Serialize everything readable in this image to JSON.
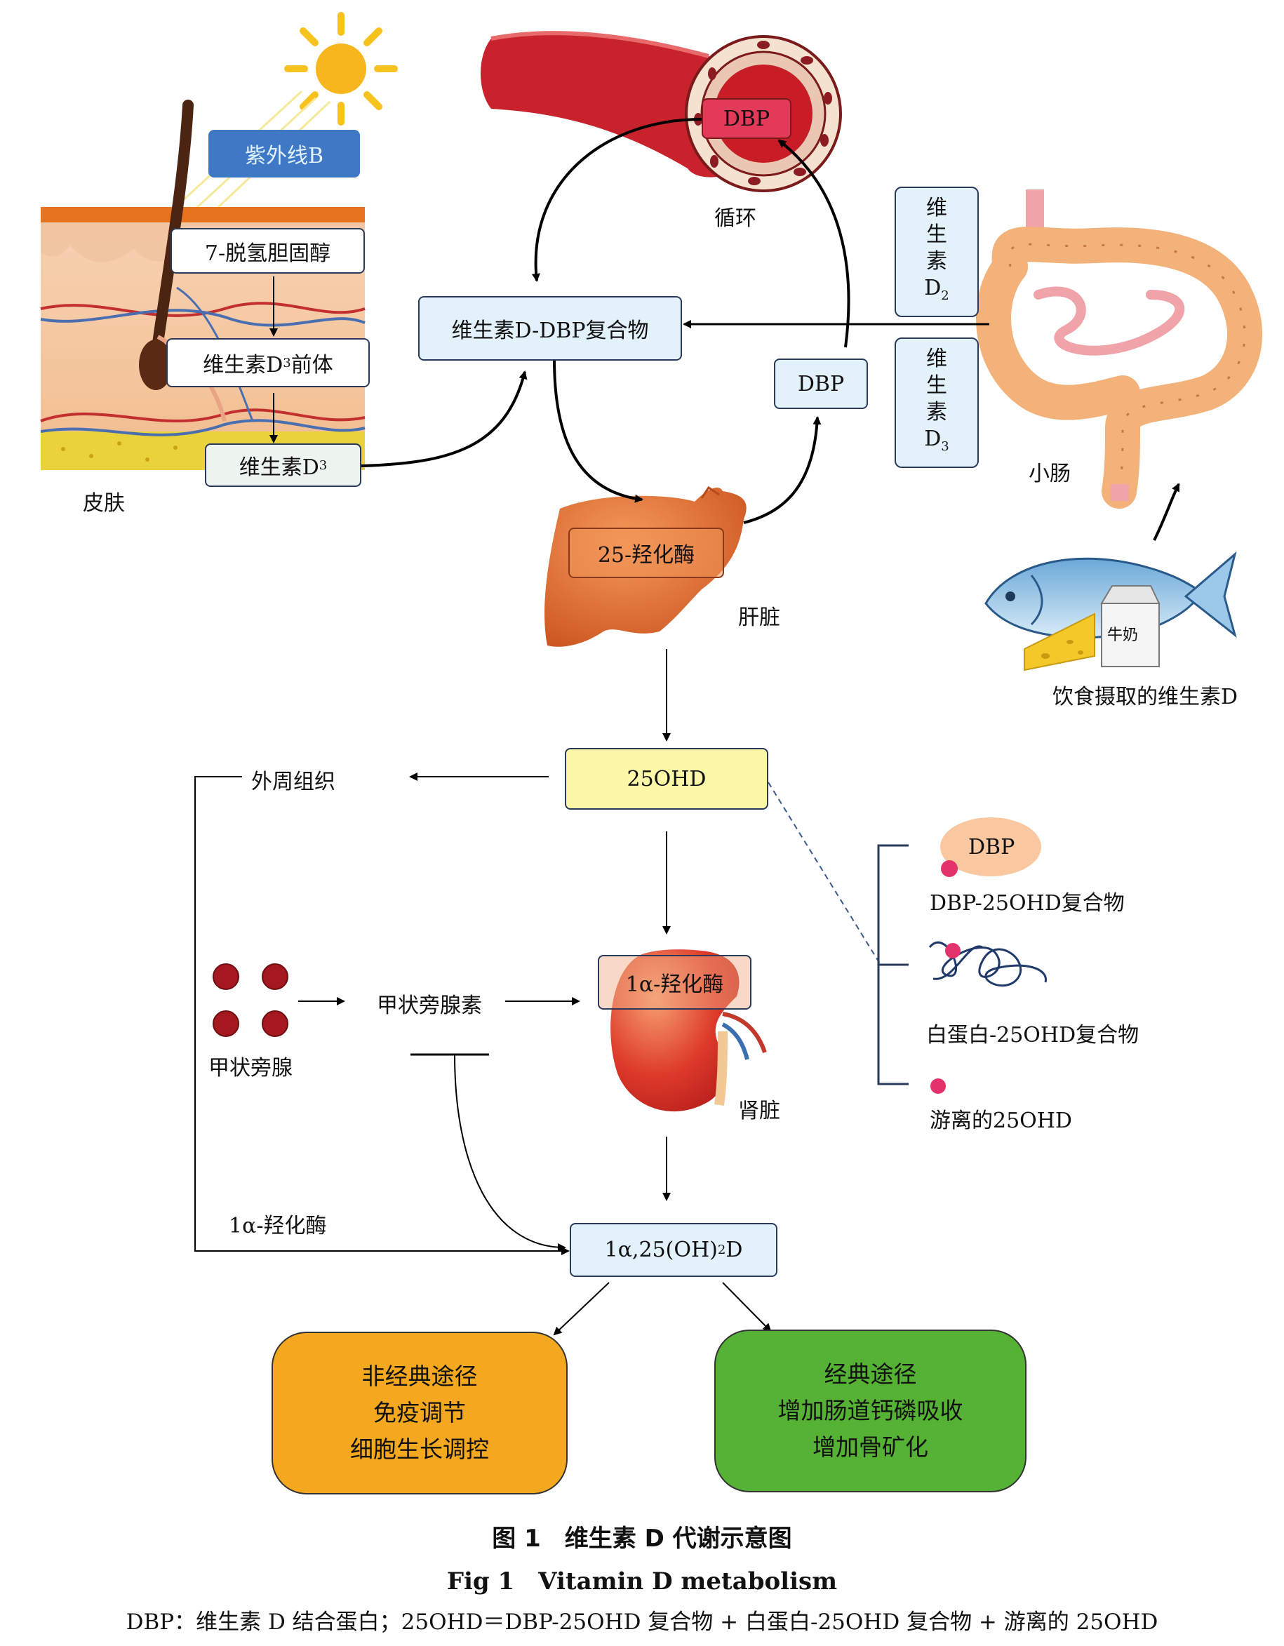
{
  "colors": {
    "uvb_box": "#3f78c4",
    "light_box": "#e3f1fb",
    "ohd_box": "#fdf7a8",
    "nonclassical": "#f4a820",
    "classical": "#55b234",
    "blood": "#c8232c",
    "liver": "#e0692a",
    "kidney": "#d9342a",
    "intestine": "#f2b27a"
  },
  "skin": {
    "uvb": "紫外线B",
    "dehydro": "7-脱氢胆固醇",
    "precursor_main": "维生素D",
    "precursor_sub": "3",
    "precursor_tail": "前体",
    "d3_main": "维生素D",
    "d3_sub": "3",
    "label": "皮肤"
  },
  "circulation": {
    "dbp": "DBP",
    "label": "循环"
  },
  "complex": "维生素D-DBP复合物",
  "dbp_box": "DBP",
  "intestine": {
    "d2_chars": [
      "维",
      "生",
      "素"
    ],
    "d2_letter": "D",
    "d2_sub": "2",
    "d3_chars": [
      "维",
      "生",
      "素"
    ],
    "d3_letter": "D",
    "d3_sub": "3",
    "label": "小肠"
  },
  "diet": {
    "milk": "牛奶",
    "label": "饮食摄取的维生素D"
  },
  "liver": {
    "enzyme": "25-羟化酶",
    "label": "肝脏"
  },
  "ohd": "25OHD",
  "peripheral": "外周组织",
  "parathyroid": {
    "gland": "甲状旁腺",
    "hormone": "甲状旁腺素"
  },
  "kidney": {
    "enzyme": "1α-羟化酶",
    "label": "肾脏"
  },
  "peripheral_enzyme": "1α-羟化酶",
  "active": {
    "prefix": "1α,25(OH)",
    "sub": "2",
    "suffix": "D"
  },
  "forms": {
    "dbp": "DBP",
    "dbp_complex": "DBP-25OHD复合物",
    "albumin_complex": "白蛋白-25OHD复合物",
    "free": "游离的25OHD"
  },
  "nonclassical": {
    "line1": "非经典途径",
    "line2": "免疫调节",
    "line3": "细胞生长调控"
  },
  "classical": {
    "line1": "经典途径",
    "line2": "增加肠道钙磷吸收",
    "line3": "增加骨矿化"
  },
  "caption": {
    "cn": "图 1　维生素 D 代谢示意图",
    "en": "Fig 1　Vitamin D metabolism",
    "note": "DBP：维生素 D 结合蛋白；25OHD＝DBP-25OHD 复合物 + 白蛋白-25OHD 复合物 + 游离的 25OHD"
  }
}
